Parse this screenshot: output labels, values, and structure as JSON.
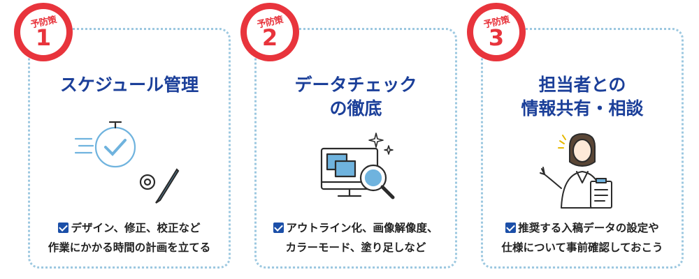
{
  "cards": [
    {
      "badge_label": "予防策",
      "badge_number": "1",
      "title_lines": [
        "スケジュール管理"
      ],
      "desc_lines": [
        "デザイン、修正、校正など",
        "作業にかかる時間の計画を立てる"
      ],
      "icon": "stopwatch-and-tools-icon"
    },
    {
      "badge_label": "予防策",
      "badge_number": "2",
      "title_lines": [
        "データチェック",
        "の徹底"
      ],
      "desc_lines": [
        "アウトライン化、画像解像度、",
        "カラーモード、塗り足しなど"
      ],
      "icon": "monitor-magnifier-icon"
    },
    {
      "badge_label": "予防策",
      "badge_number": "3",
      "title_lines": [
        "担当者との",
        "情報共有・相談"
      ],
      "desc_lines": [
        "推奨する入稿データの設定や",
        "仕様について事前確認しておこう"
      ],
      "icon": "consultant-person-icon"
    }
  ],
  "colors": {
    "badge_red": "#e8343c",
    "title_blue": "#1b3f99",
    "border_blue": "#9cc8e0",
    "check_blue": "#1b4fa8",
    "illus_blue": "#6fb3de"
  }
}
